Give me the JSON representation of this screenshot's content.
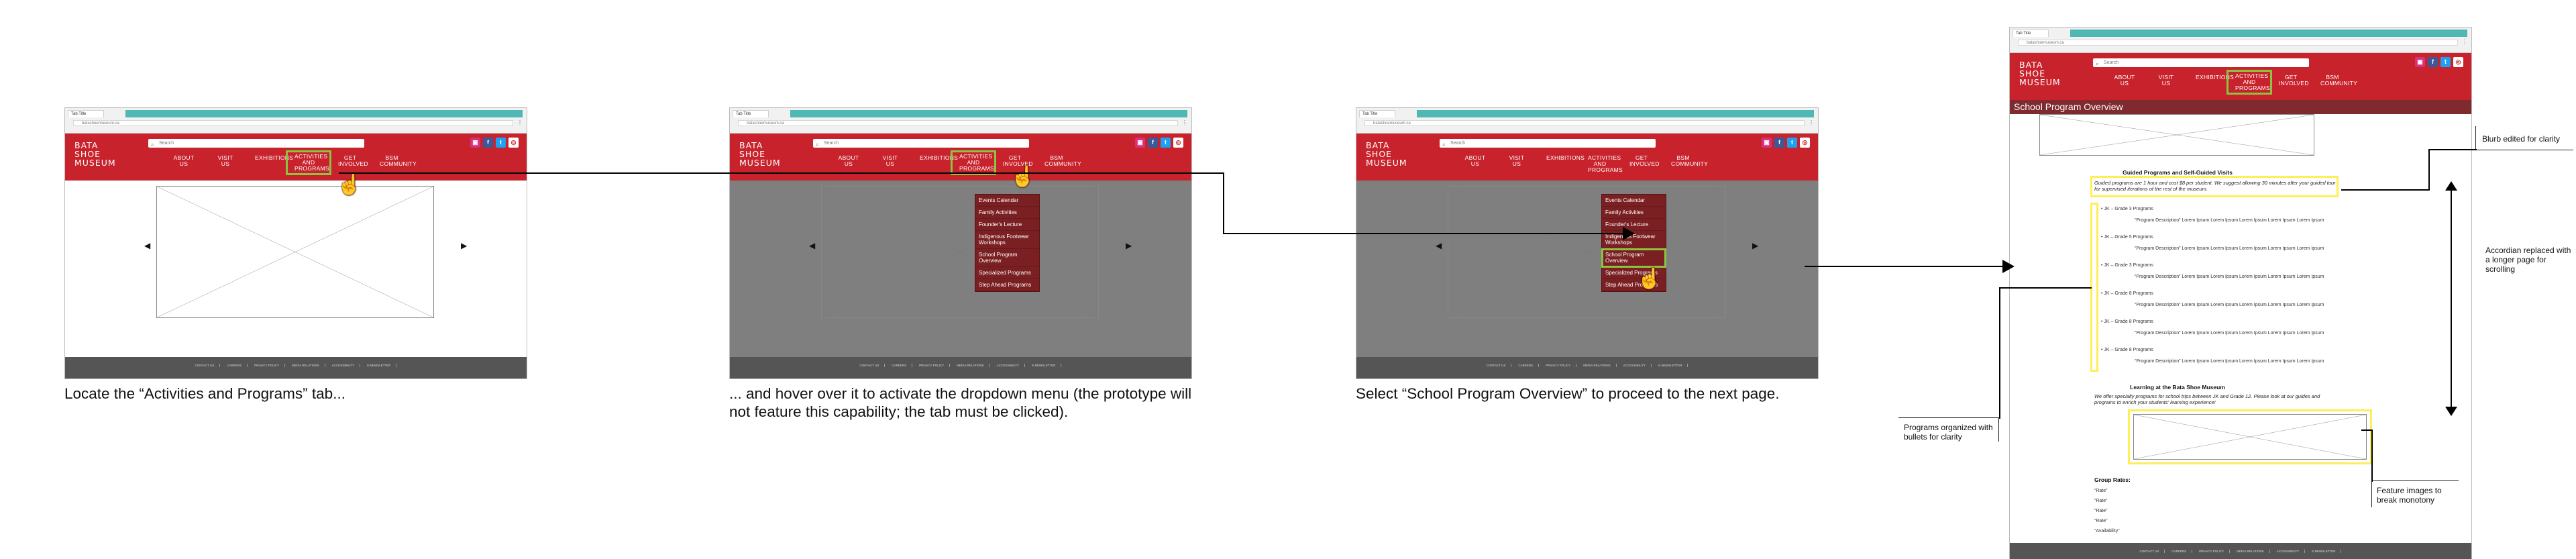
{
  "site": {
    "tab_label": "Tab Title",
    "url": "batashoemuseum.ca",
    "brand_lines": [
      "BATA",
      "SHOE",
      "MUSEUM"
    ],
    "search_placeholder": "Search",
    "nav": [
      "ABOUT US",
      "VISIT US",
      "EXHIBITIONS",
      "ACTIVITIES AND PROGRAMS",
      "GET INVOLVED",
      "BSM COMMUNITY"
    ],
    "footer_links": [
      "CONTACT US",
      "CAREERS",
      "PRIVACY POLICY",
      "MEDIA RELATIONS",
      "ACCESSIBILITY",
      "E-NEWSLETTER"
    ],
    "social_icons": [
      "instagram-icon",
      "facebook-icon",
      "twitter-icon",
      "tripadvisor-icon"
    ]
  },
  "dropdown": {
    "items": [
      "Events Calendar",
      "Family Activities",
      "Founder's Lecture",
      "Indigenous Footwear Workshops",
      "School Program Overview",
      "Specialized Programs",
      "Step Ahead Programs"
    ]
  },
  "captions": {
    "step1": "Locate the “Activities and Programs” tab...",
    "step2": "... and hover over it to activate the dropdown menu (the prototype will not feature this capability; the tab must be clicked).",
    "step3": "Select “School Program Overview” to proceed to the next page."
  },
  "school_page": {
    "title": "School Program Overview",
    "heading1": "Guided Programs and Self-Guided Visits",
    "blurb": "Guided programs are 1 hour and cost $8 per student. We suggest allowing 30 minutes after your guided tour for supervised iterations of the rest of the museum.",
    "programs": [
      {
        "label": "JK – Grade 3 Programs",
        "desc": "“Program Description” Lorem Ipsum Lorem Ipsum Lorem Ipsum Lorem Ipsum Lorem Ipsum"
      },
      {
        "label": "JK – Grade 5 Programs",
        "desc": "“Program Description” Lorem Ipsum Lorem Ipsum Lorem Ipsum Lorem Ipsum Lorem Ipsum"
      },
      {
        "label": "JK – Grade 3 Programs",
        "desc": "“Program Description” Lorem Ipsum Lorem Ipsum Lorem Ipsum Lorem Ipsum Lorem Ipsum"
      },
      {
        "label": "JK – Grade 8 Programs",
        "desc": "“Program Description” Lorem Ipsum Lorem Ipsum Lorem Ipsum Lorem Ipsum Lorem Ipsum"
      },
      {
        "label": "JK – Grade 8 Programs",
        "desc": "“Program Description” Lorem Ipsum Lorem Ipsum Lorem Ipsum Lorem Ipsum Lorem Ipsum"
      },
      {
        "label": "JK – Grade 8 Programs",
        "desc": "“Program Description” Lorem Ipsum Lorem Ipsum Lorem Ipsum Lorem Ipsum Lorem Ipsum"
      }
    ],
    "heading2": "Learning at the Bata Shoe Museum",
    "blurb2": "We offer specialty programs for school trips between JK and Grade 12. Please look at our guides and programs to enrich your students' learning experience!",
    "group_rates_heading": "Group Rates:",
    "rates": [
      "“Rate”",
      "“Rate”",
      "“Rate”",
      "“Rate”",
      "“Availability”"
    ]
  },
  "annotations": {
    "blurb_note": "Blurb edited for clarity",
    "accordion_note": "Accordian replaced with a longer page for scrolling",
    "bullets_note": "Programs organized with bullets for clarity",
    "images_note": "Feature images to break monotony"
  },
  "colors": {
    "brand_red": "#c8232c",
    "highlight_green": "#8bc43f",
    "annotation_yellow": "#ffee55",
    "dropdown_bg": "#7a1f22",
    "footer_gray": "#555555"
  }
}
